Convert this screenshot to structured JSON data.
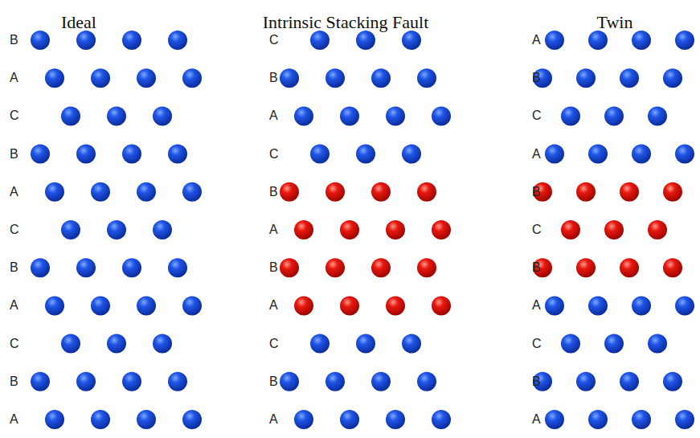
{
  "diagram": {
    "labels": [
      "Ideal",
      "Intrinsic Stacking Fault",
      "Twin",
      "B",
      "A",
      "C",
      "B",
      "A",
      "C",
      "B",
      "A",
      "C",
      "B",
      "A",
      "C",
      "B",
      "A",
      "C",
      "B",
      "A",
      "B",
      "A",
      "C",
      "B",
      "A",
      "A",
      "B",
      "C",
      "A",
      "B",
      "C",
      "B",
      "A",
      "C",
      "B",
      "A"
    ]
  }
}
